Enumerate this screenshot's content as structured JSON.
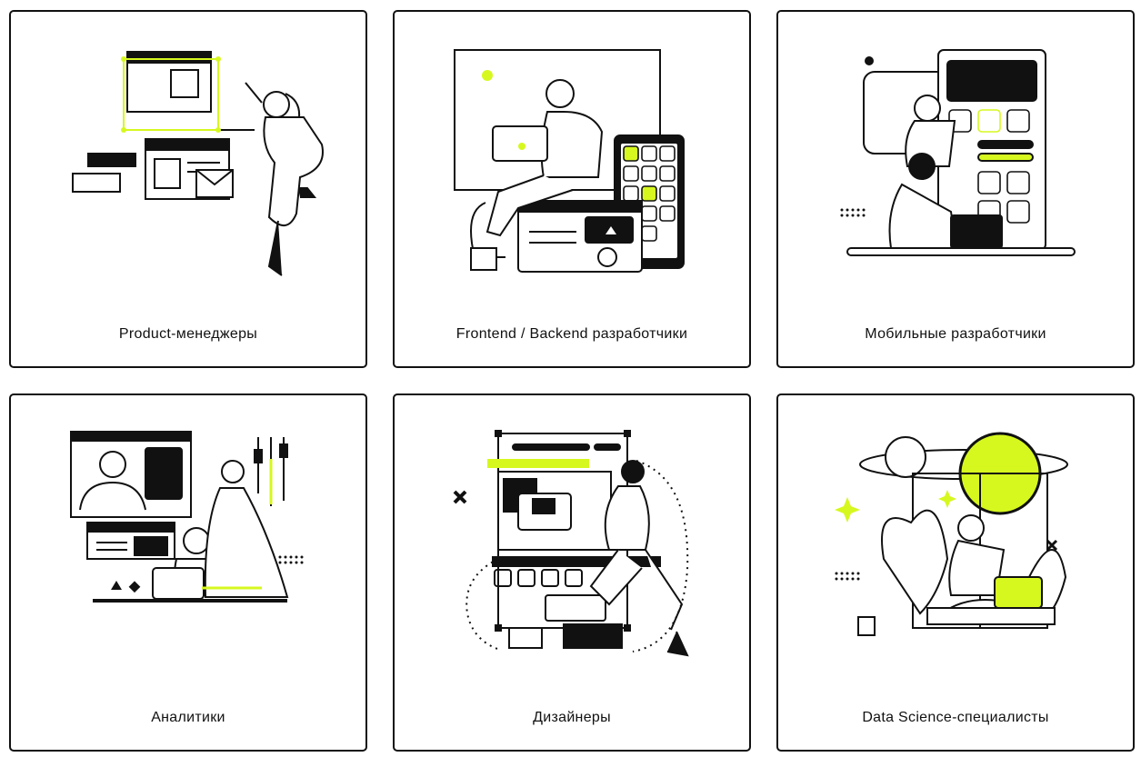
{
  "colors": {
    "accent": "#d7f81f",
    "ink": "#111111",
    "background": "#ffffff"
  },
  "cards": [
    {
      "title": "Product-менеджеры",
      "illustration": "product-manager-illustration"
    },
    {
      "title": "Frontend / Backend разработчики",
      "illustration": "developer-illustration"
    },
    {
      "title": "Мобильные разработчики",
      "illustration": "mobile-developers-illustration"
    },
    {
      "title": "Аналитики",
      "illustration": "analysts-illustration"
    },
    {
      "title": "Дизайнеры",
      "illustration": "designers-illustration"
    },
    {
      "title": "Data Science-специалисты",
      "illustration": "data-science-illustration"
    }
  ]
}
